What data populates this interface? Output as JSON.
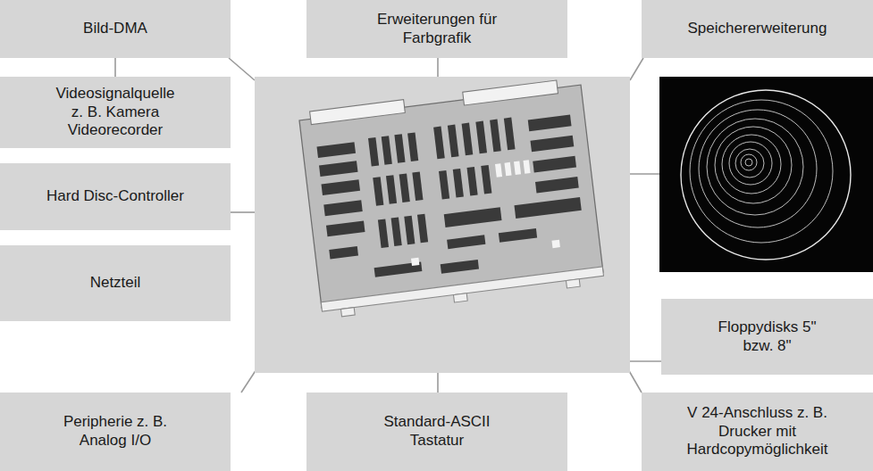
{
  "diagram": {
    "nodes": [
      {
        "text": [
          "Bild-DMA"
        ]
      },
      {
        "text": [
          "Erweiterungen für Farbgrafik"
        ]
      },
      {
        "text": [
          "Speichererweiterung"
        ]
      },
      {
        "text": [
          "Videosignalquelle z. B. Kamera Videorecorder"
        ]
      },
      {
        "text": [
          "Hard Disc-Controller"
        ]
      },
      {
        "text": [
          "Netzteil"
        ]
      },
      {
        "text": [
          "Floppydisks 5\" bzw. 8\""
        ]
      },
      {
        "text": [
          "Peripherie z. B. Analog I/O"
        ]
      },
      {
        "text": [
          "Standard-ASCII Tastatur"
        ]
      },
      {
        "text": [
          "V 24-Anschluss z. B. Drucker mit Hardcopymöglichkeit"
        ]
      }
    ],
    "edges": [
      {
        "from": 0,
        "to": 3,
        "arrow": "none"
      }
    ]
  }
}
